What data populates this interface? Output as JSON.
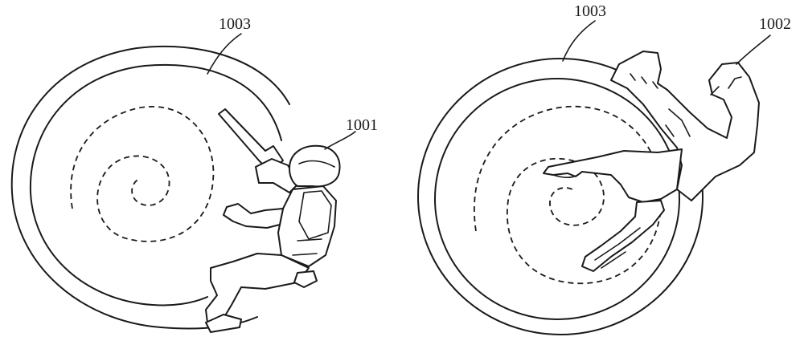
{
  "labels": {
    "left_disc": "1003",
    "person": "1001",
    "right_disc": "1003",
    "hand": "1002"
  }
}
